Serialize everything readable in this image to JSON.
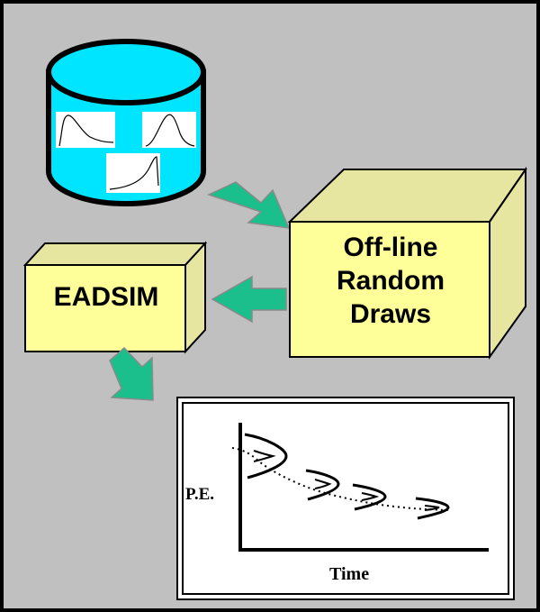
{
  "colors": {
    "background": "#c0c0c0",
    "database_fill": "#00e5ff",
    "box_fill": "#ffff99",
    "box_shade": "#e6e6a0",
    "arrow_fill": "#1abf8c",
    "chart_bg": "#ffffff"
  },
  "database": {
    "icons": [
      "decaying-curve-icon",
      "bell-curve-icon",
      "rising-curve-icon"
    ]
  },
  "eadsim_box": {
    "label": "EADSIM"
  },
  "random_draws_box": {
    "line1": "Off-line",
    "line2": "Random",
    "line3": "Draws"
  },
  "output_chart": {
    "ylabel": "P.E.",
    "xlabel": "Time"
  },
  "arrows": [
    "database-to-draws-arrow",
    "draws-to-eadsim-arrow",
    "eadsim-to-chart-arrow"
  ]
}
